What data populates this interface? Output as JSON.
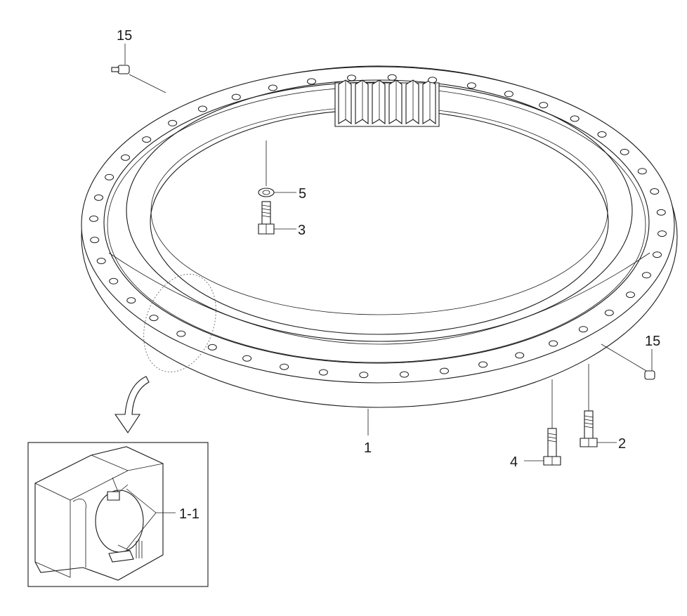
{
  "callouts": {
    "item_1": "1",
    "item_1_1": "1-1",
    "item_2": "2",
    "item_3": "3",
    "item_4": "4",
    "item_5": "5",
    "item_15_top": "15",
    "item_15_right": "15"
  },
  "icons": {
    "detail_arrow": "curved-down-arrow-icon",
    "grease_fitting": "grease-nipple-icon"
  }
}
